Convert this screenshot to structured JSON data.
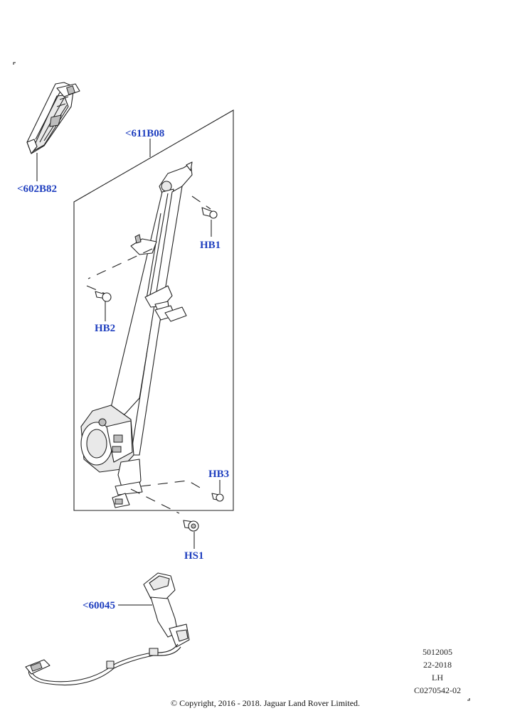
{
  "callouts": {
    "c602b82": "<602B82",
    "c611b08": "<611B08",
    "hb1": "HB1",
    "hb2": "HB2",
    "hb3": "HB3",
    "hs1": "HS1",
    "c60045": "<60045"
  },
  "reference": {
    "line1": "5012005",
    "line2": "22-2018",
    "line3": "LH",
    "line4": "C0270542-02"
  },
  "copyright": "© Copyright, 2016 - 2018. Jaguar Land Rover Limited.",
  "colors": {
    "callout_text": "#1f3fbf",
    "line_art": "#222222"
  }
}
